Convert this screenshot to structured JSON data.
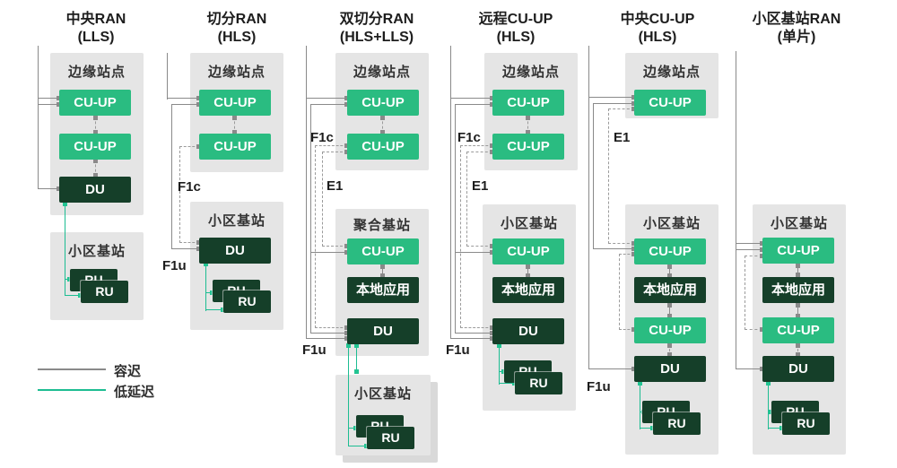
{
  "titles": {
    "c1": "中央RAN\n(LLS)",
    "c2": "切分RAN\n(HLS)",
    "c3": "双切分RAN\n(HLS+LLS)",
    "c4": "远程CU-UP\n(HLS)",
    "c5": "中央CU-UP\n(HLS)",
    "c6": "小区基站RAN\n(单片)"
  },
  "site_labels": {
    "edge": "边缘站点",
    "cell": "小区基站",
    "agg": "聚合基站"
  },
  "box_labels": {
    "cuup": "CU-UP",
    "du": "DU",
    "ru": "RU",
    "local_app": "本地应用"
  },
  "interface_labels": {
    "f1c": "F1c",
    "f1u": "F1u",
    "e1": "E1"
  },
  "legend": {
    "tolerant": {
      "label": "容迟",
      "color": "#8a8a8a",
      "style": "solid"
    },
    "lowlat": {
      "label": "低延迟",
      "color": "#1dbd92",
      "style": "solid"
    }
  },
  "colors": {
    "cuup_green": "#2abc81",
    "dark_green": "#153f29",
    "container_gray": "#e5e5e5",
    "line_gray": "#8a8a8a",
    "line_teal": "#1dbd92"
  }
}
